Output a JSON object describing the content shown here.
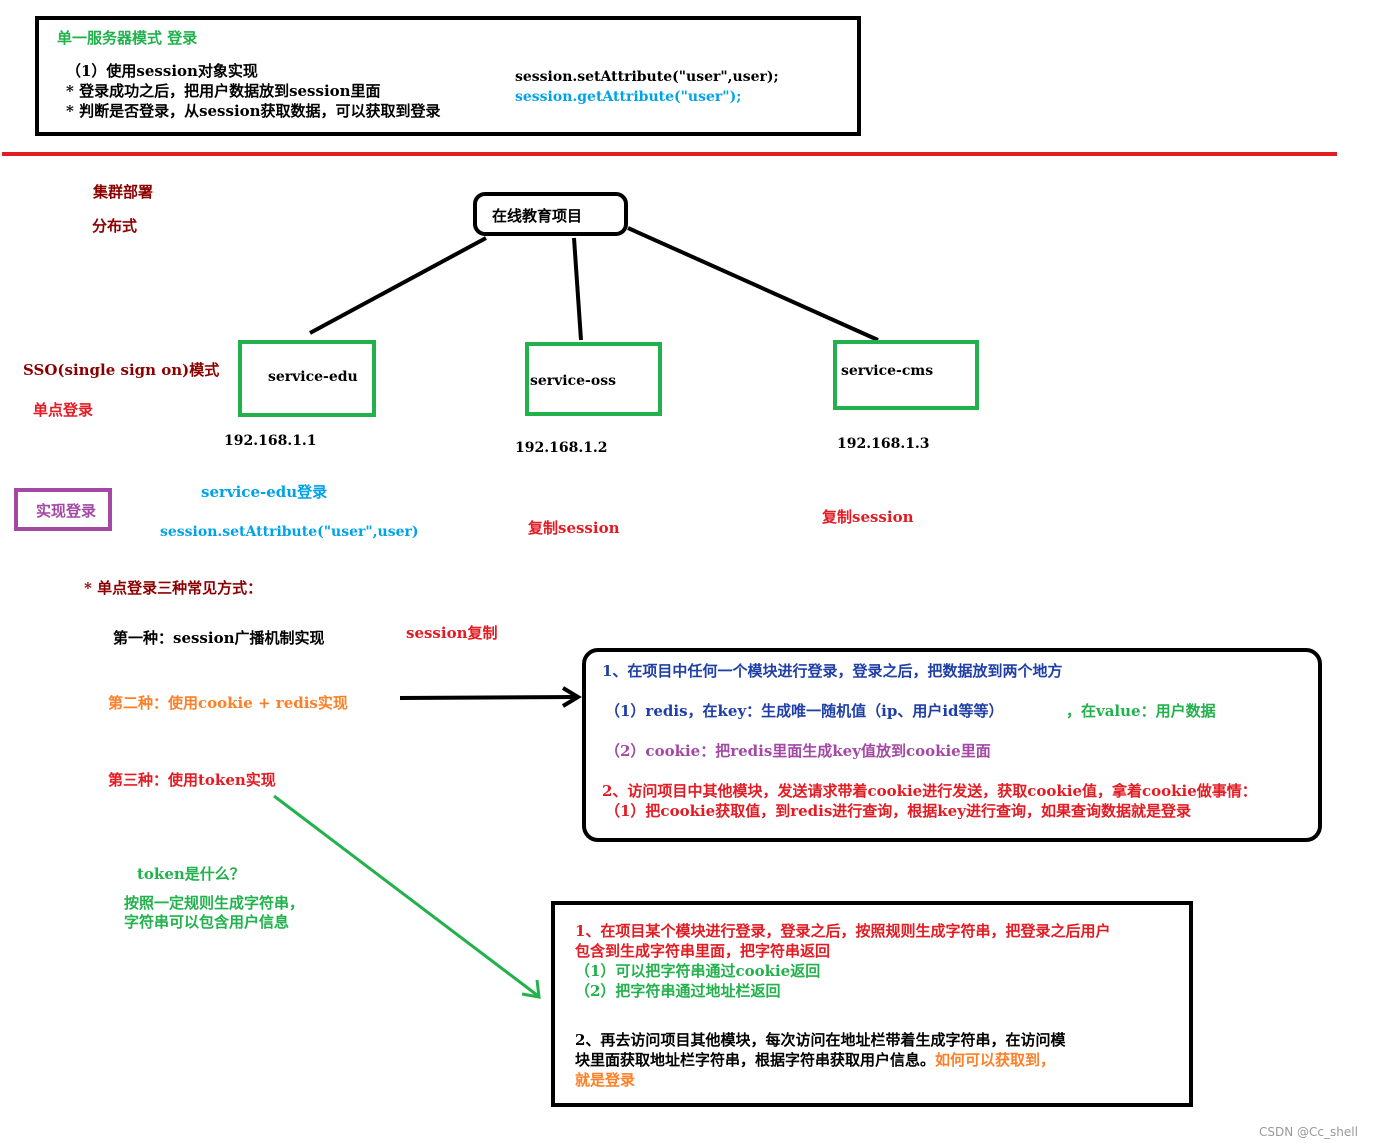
{
  "colors": {
    "green": "#22b14c",
    "red": "#e31b23",
    "darkred": "#8b0000",
    "blue": "#1f3fa6",
    "cyan": "#00a2e8",
    "orange": "#ff7f27",
    "purple": "#a349a4",
    "black": "#000000"
  },
  "top_box": {
    "title": "单一服务器模式  登录",
    "line1": "（1）使用session对象实现",
    "line2": "* 登录成功之后，把用户数据放到session里面",
    "line3": "* 判断是否登录，从session获取数据，可以获取到登录",
    "code_set": "session.setAttribute(\"user\",user);",
    "code_get": "session.getAttribute(\"user\");"
  },
  "cluster": {
    "label1": "集群部署",
    "label2": "分布式"
  },
  "root_node": "在线教育项目",
  "services": [
    {
      "name": "service-edu",
      "ip": "192.168.1.1"
    },
    {
      "name": "service-oss",
      "ip": "192.168.1.2"
    },
    {
      "name": "service-cms",
      "ip": "192.168.1.3"
    }
  ],
  "sso": {
    "mode": "SSO(single sign on)模式",
    "label": "单点登录",
    "login_button": "实现登录",
    "edu_login": "service-edu登录",
    "edu_code": "session.setAttribute(\"user\",user)",
    "copy1": "复制session",
    "copy2": "复制session"
  },
  "methods": {
    "heading": "* 单点登录三种常见方式：",
    "m1": "第一种：session广播机制实现",
    "m1_note": "session复制",
    "m2": "第二种：使用cookie + redis实现",
    "m3": "第三种：使用token实现"
  },
  "cookie_box": {
    "l1": "1、在项目中任何一个模块进行登录，登录之后，把数据放到两个地方",
    "l2a": "（1）redis，在key：生成唯一随机值（ip、用户id等等）",
    "l2b": "，在value：用户数据",
    "l3": "（2）cookie：把redis里面生成key值放到cookie里面",
    "l4": "2、访问项目中其他模块，发送请求带着cookie进行发送，获取cookie值，拿着cookie做事情：",
    "l5": "（1）把cookie获取值，到redis进行查询，根据key进行查询，如果查询数据就是登录"
  },
  "token_info": {
    "q": "token是什么？",
    "a1": "按照一定规则生成字符串，",
    "a2": "字符串可以包含用户信息"
  },
  "token_box": {
    "l1": "1、在项目某个模块进行登录，登录之后，按照规则生成字符串，把登录之后用户",
    "l2": "包含到生成字符串里面，把字符串返回",
    "l3": "（1）可以把字符串通过cookie返回",
    "l4": "（2）把字符串通过地址栏返回",
    "l5": "2、再去访问项目其他模块，每次访问在地址栏带着生成字符串，在访问模",
    "l6a": "块里面获取地址栏字符串，根据字符串获取用户信息。",
    "l6b": "如何可以获取到，",
    "l7": "就是登录"
  },
  "watermark": "CSDN @Cc_shell"
}
